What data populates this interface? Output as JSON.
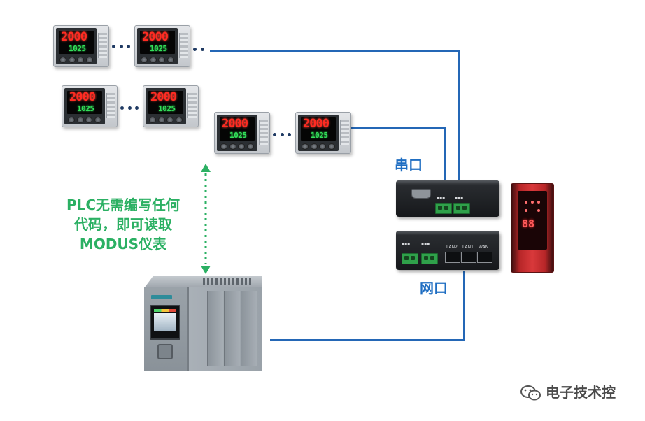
{
  "colors": {
    "wire": "#2467b6",
    "label_blue": "#1f6ec2",
    "note_green": "#2bb063",
    "pv_red": "#ff2b22",
    "sv_green": "#33e05a"
  },
  "meters": [
    {
      "pv": "2000",
      "sv": "1025"
    },
    {
      "pv": "2000",
      "sv": "1025"
    },
    {
      "pv": "2000",
      "sv": "1025"
    },
    {
      "pv": "2000",
      "sv": "1025"
    },
    {
      "pv": "2000",
      "sv": "1025"
    },
    {
      "pv": "2000",
      "sv": "1025"
    }
  ],
  "labels": {
    "serial": "串口",
    "ethernet": "网口"
  },
  "note": {
    "line1": "PLC无需编写任何",
    "line2": "代码，即可读取",
    "line3": "MODUS仪表"
  },
  "gateway_bottom_ports": [
    "LAN2",
    "LAN1",
    "WAN"
  ],
  "red_module": {
    "display": "88"
  },
  "watermark": {
    "icon": "wechat-icon",
    "text": "电子技术控"
  }
}
